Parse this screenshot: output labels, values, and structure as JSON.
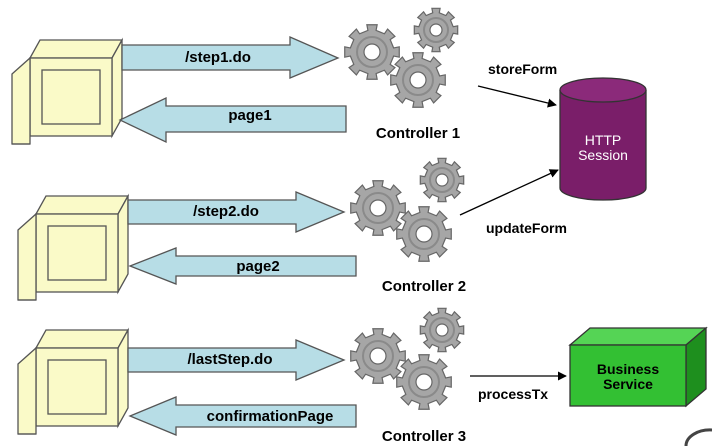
{
  "rows": [
    {
      "request": "/step1.do",
      "response": "page1",
      "controller": "Controller 1"
    },
    {
      "request": "/step2.do",
      "response": "page2",
      "controller": "Controller 2"
    },
    {
      "request": "/lastStep.do",
      "response": "confirmationPage",
      "controller": "Controller 3"
    }
  ],
  "session": {
    "line1": "HTTP",
    "line2": "Session"
  },
  "session_edges": {
    "store": "storeForm",
    "update": "updateForm"
  },
  "service": {
    "line1": "Business",
    "line2": "Service",
    "edge_label": "processTx"
  },
  "colors": {
    "arrow_fill": "#b7dde6",
    "monitor_fill": "#fafac8",
    "gear_fill": "#a6a6a6",
    "session_fill": "#7a1e69",
    "service_fill": "#33c033"
  }
}
